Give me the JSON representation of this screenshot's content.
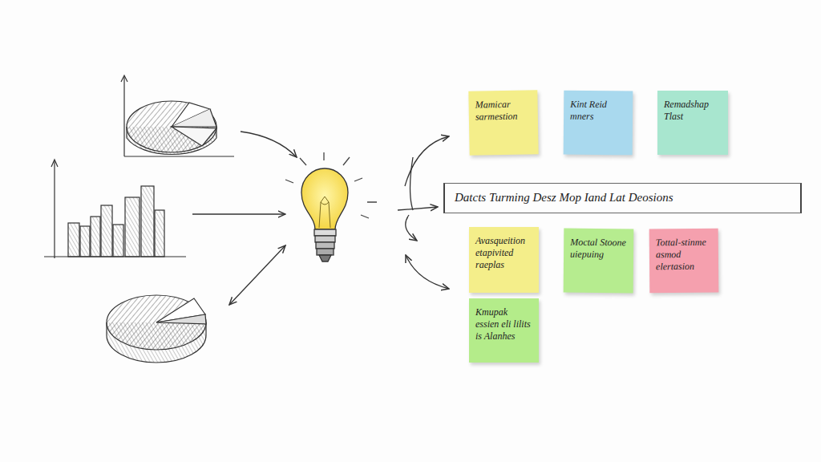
{
  "diagram": {
    "nodes": [
      {
        "text": [
          "Mamicar sarmestion"
        ]
      },
      {
        "text": [
          "Kint Reid mners"
        ]
      },
      {
        "text": [
          "Remadshap Tlast"
        ]
      },
      {
        "text": [
          "Datcts Turming Desz Mop Iand Lat Deosions"
        ]
      },
      {
        "text": [
          "Avasqueition etapivited raeplas"
        ]
      },
      {
        "text": [
          "Moctal Stoone uiepuing"
        ]
      },
      {
        "text": [
          "Tottal-stinme asmod elertasion"
        ]
      },
      {
        "text": [
          "Kmupak essien eli lilits is Alanhes"
        ]
      }
    ]
  }
}
